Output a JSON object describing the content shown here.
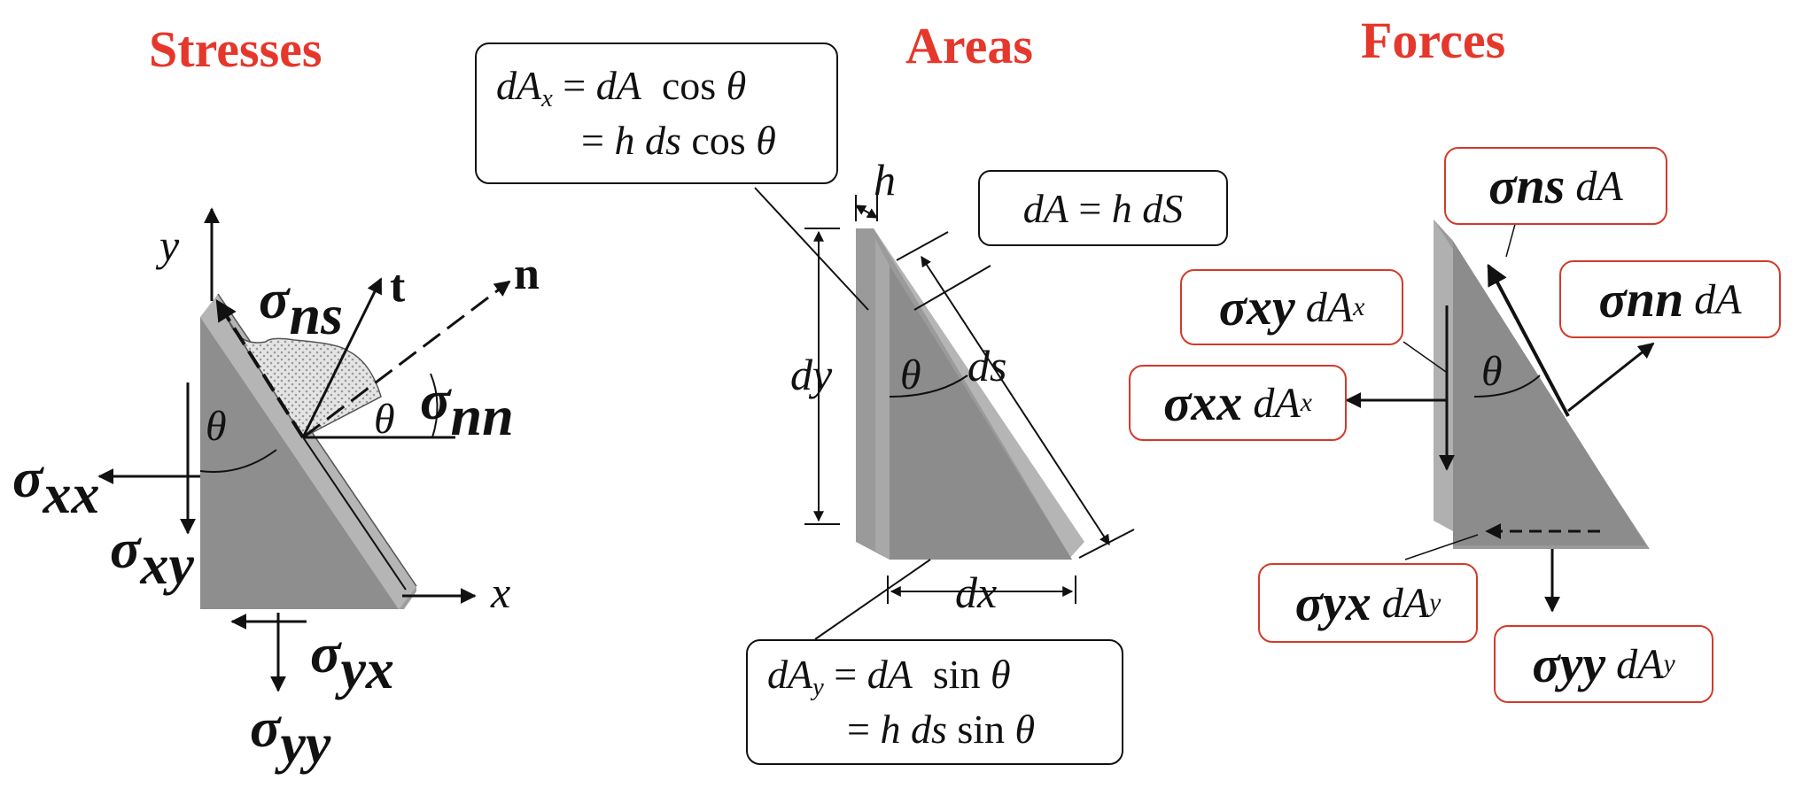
{
  "titles": {
    "stresses": "Stresses",
    "areas": "Areas",
    "forces": "Forces"
  },
  "stresses": {
    "y_axis": "y",
    "x_axis": "x",
    "t_label": "t",
    "n_label": "n",
    "theta_top": "θ",
    "theta_left": "θ",
    "sigma": "σ",
    "sub_ns": "ns",
    "sub_nn": "nn",
    "sub_xx": "xx",
    "sub_xy": "xy",
    "sub_yx": "yx",
    "sub_yy": "yy"
  },
  "areas": {
    "dAx_box": {
      "line1": "dAx = dA  cos θ",
      "line2": "= h ds cos θ"
    },
    "dA_box": "dA = h dS",
    "dAy_box": {
      "line1": "dAy = dA  sin θ",
      "line2": "= h ds sin θ"
    },
    "h_label": "h",
    "dy_label": "dy",
    "ds_label": "ds",
    "dx_label": "dx",
    "theta": "θ"
  },
  "forces": {
    "theta": "θ",
    "boxes": [
      {
        "id": "ns",
        "sigma": "σ",
        "sub": "ns",
        "area": "dA",
        "area_sub": ""
      },
      {
        "id": "xy",
        "sigma": "σ",
        "sub": "xy",
        "area": "dA",
        "area_sub": "x"
      },
      {
        "id": "nn",
        "sigma": "σ",
        "sub": "nn",
        "area": "dA",
        "area_sub": ""
      },
      {
        "id": "xx",
        "sigma": "σ",
        "sub": "xx",
        "area": "dA",
        "area_sub": "x"
      },
      {
        "id": "yx",
        "sigma": "σ",
        "sub": "yx",
        "area": "dA",
        "area_sub": "y"
      },
      {
        "id": "yy",
        "sigma": "σ",
        "sub": "yy",
        "area": "dA",
        "area_sub": "y"
      }
    ]
  },
  "colors": {
    "title": "#e5372b",
    "box_border_red": "#d23a2b",
    "wedge_face": "#8e8e8e",
    "wedge_edge": "#b3b3b3"
  }
}
